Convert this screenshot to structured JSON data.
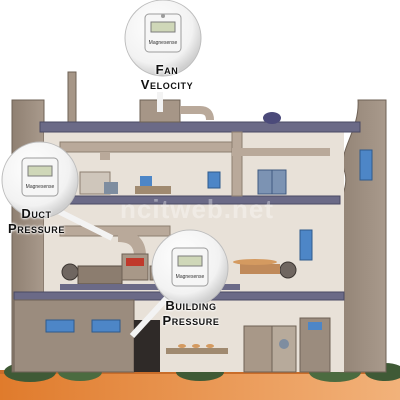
{
  "callouts": {
    "fan": {
      "line1": "Fan",
      "line2": "Velocity"
    },
    "duct": {
      "line1": "Duct",
      "line2": "Pressure"
    },
    "building": {
      "line1": "Building",
      "line2": "Pressure"
    }
  },
  "devices": {
    "brand": "Magnesense"
  },
  "watermark": "ncitweb.net",
  "colors": {
    "sky": "#ffffff",
    "wall": "#9b8c7e",
    "floor_slab": "#6b6a87",
    "pipe": "#b9a99a",
    "window_blue": "#4d86c7",
    "interior": "#e8e1d8",
    "ground": "#e9934a"
  }
}
